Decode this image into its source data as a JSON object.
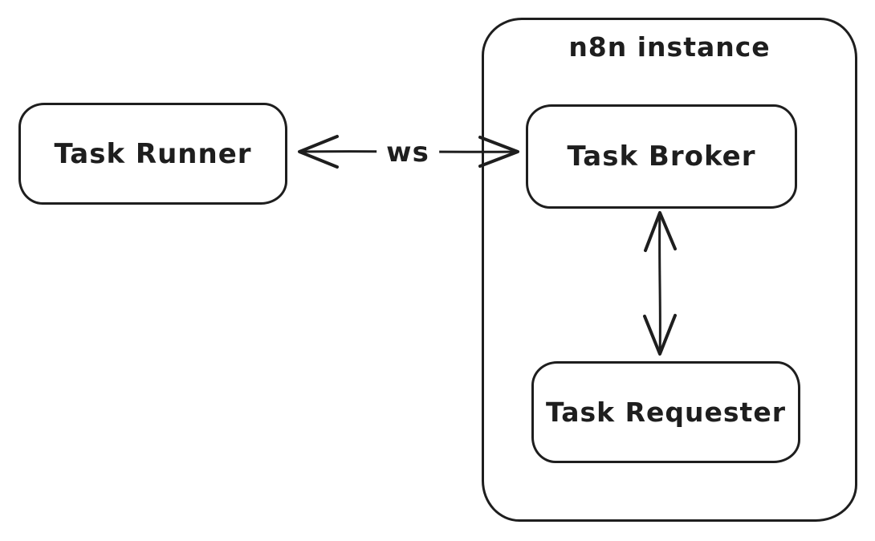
{
  "diagram": {
    "background_color": "#ffffff",
    "stroke_color": "#1e1e1e",
    "nodes": [
      {
        "id": "task-runner",
        "label": "Task Runner"
      },
      {
        "id": "task-broker",
        "label": "Task Broker"
      },
      {
        "id": "task-requester",
        "label": "Task Requester"
      }
    ],
    "groups": [
      {
        "id": "n8n-instance",
        "label": "n8n instance",
        "contains": [
          "task-broker",
          "task-requester"
        ]
      }
    ],
    "edges": [
      {
        "from": "task-runner",
        "to": "task-broker",
        "label": "ws",
        "direction": "bidirectional",
        "orientation": "horizontal"
      },
      {
        "from": "task-broker",
        "to": "task-requester",
        "label": "",
        "direction": "bidirectional",
        "orientation": "vertical"
      }
    ]
  }
}
